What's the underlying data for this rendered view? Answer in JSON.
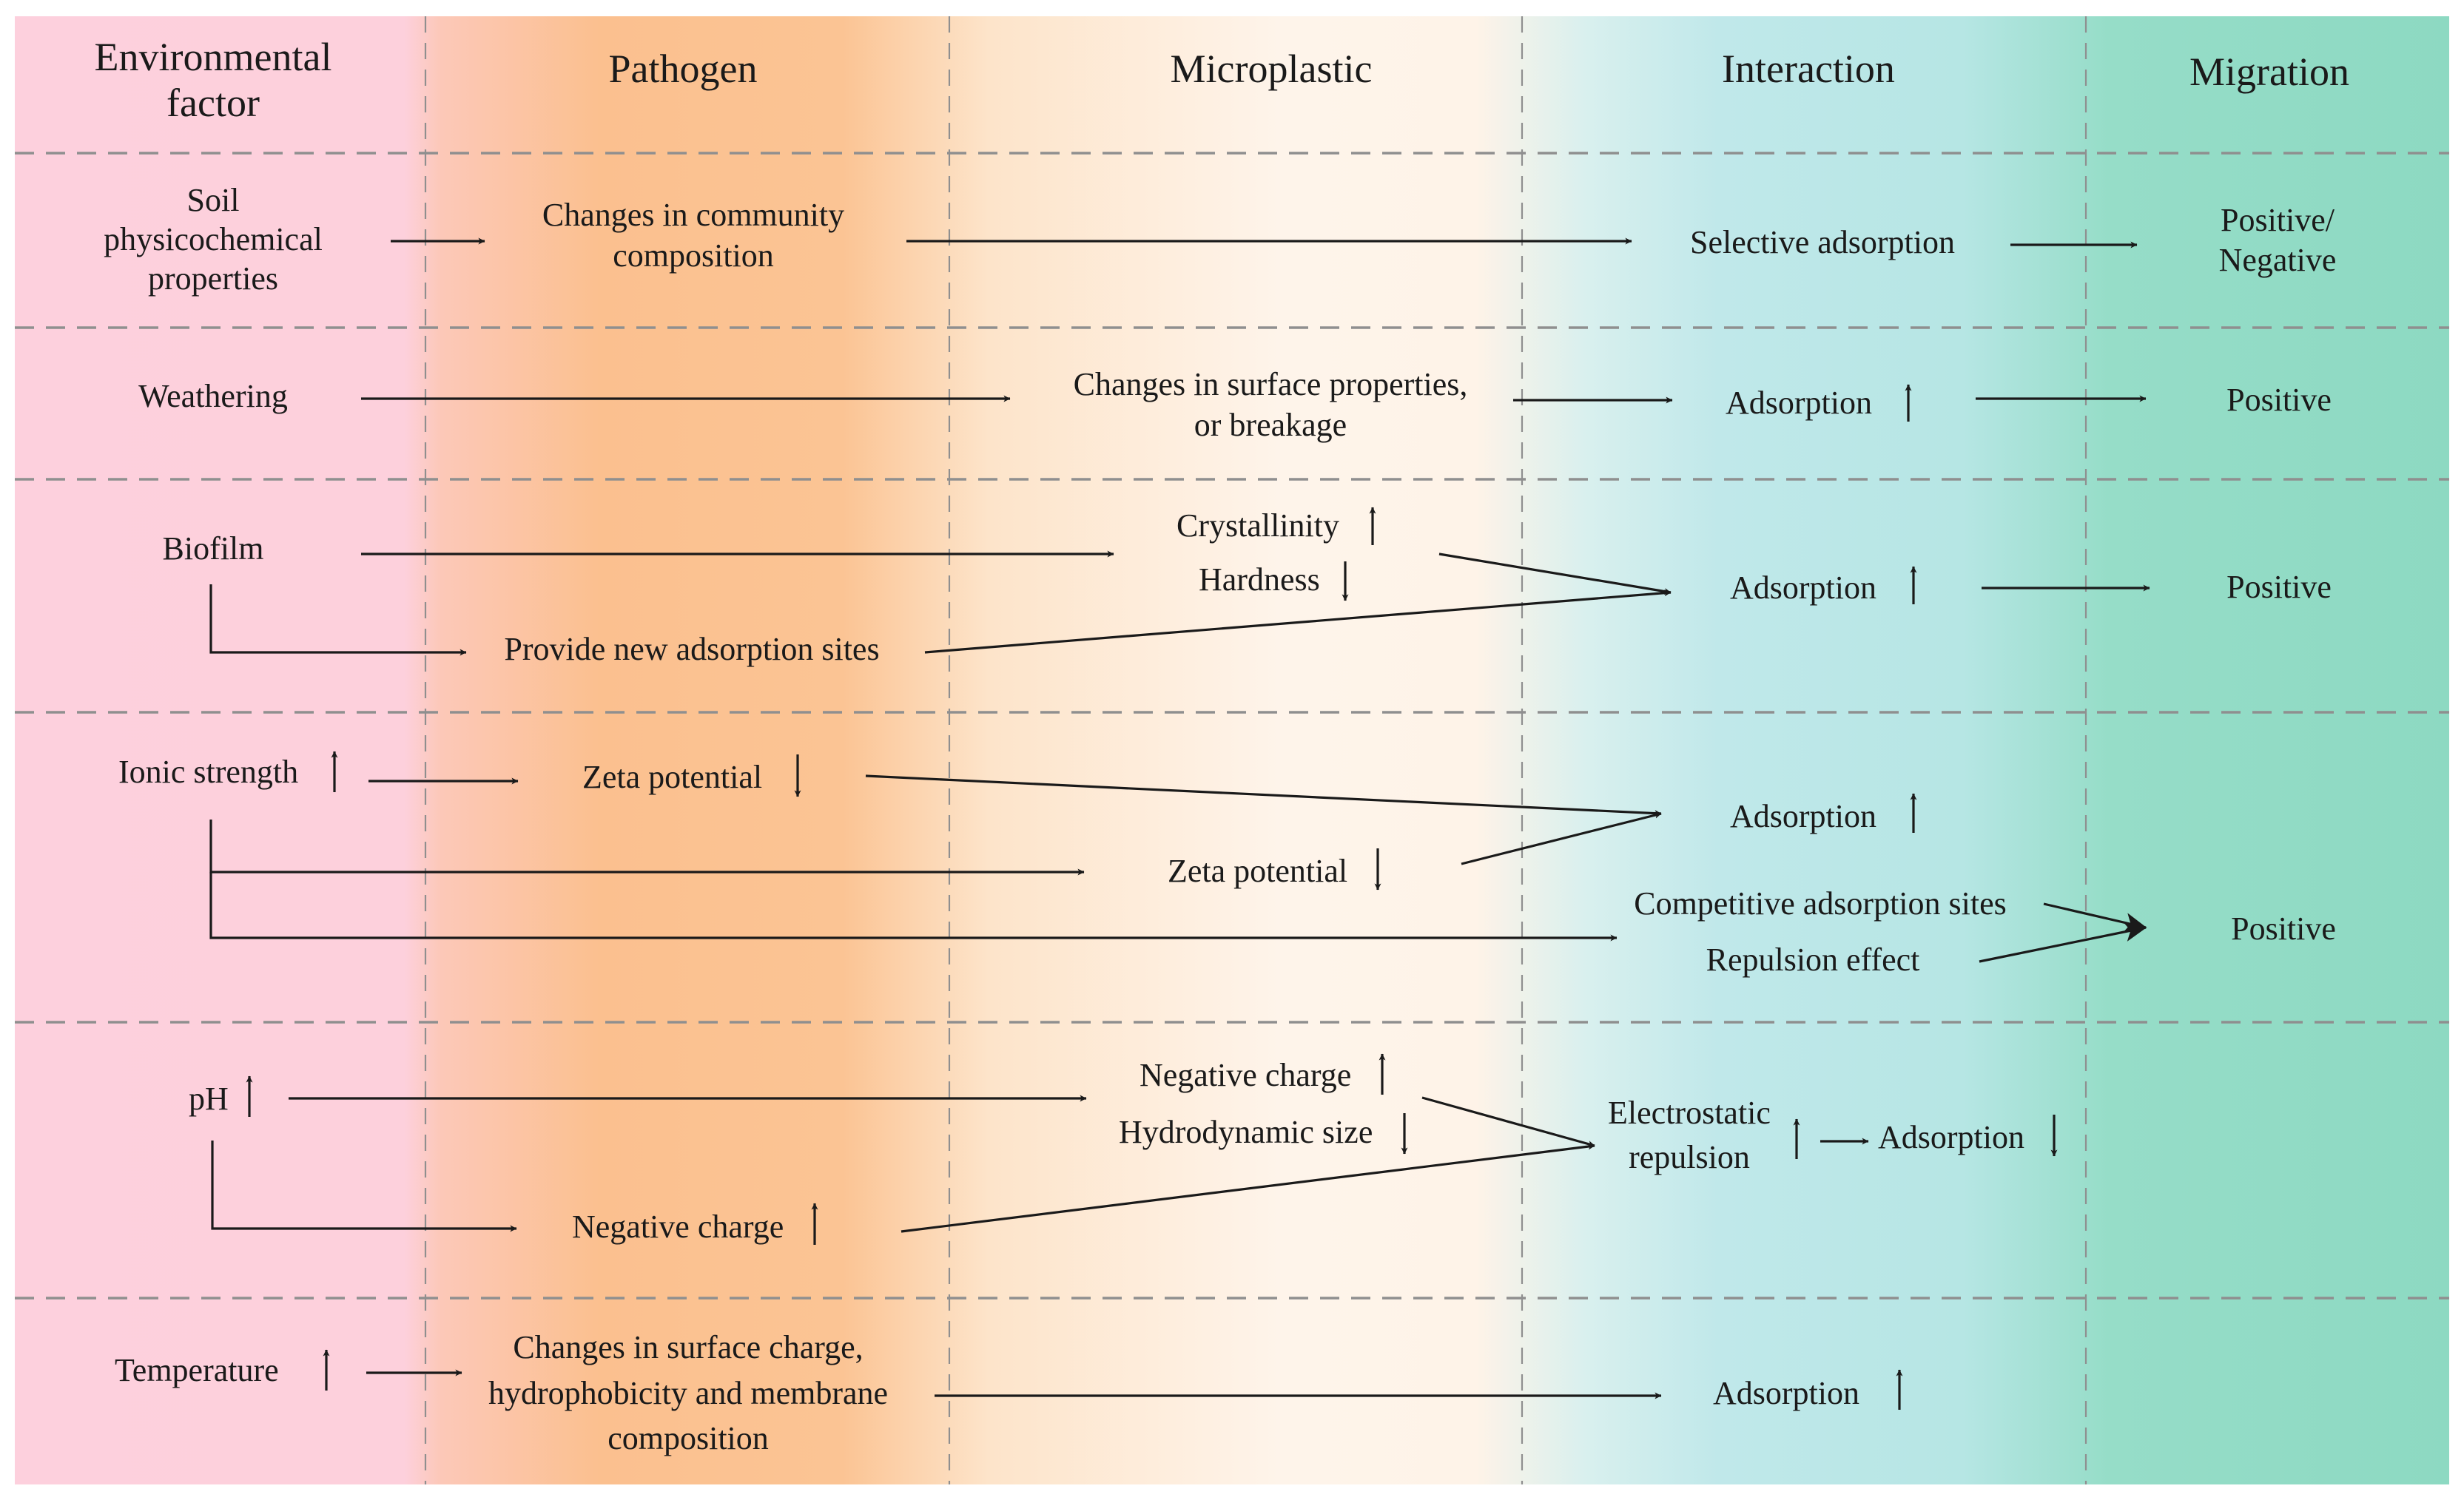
{
  "headers": {
    "environmental_factor_1": "Environmental",
    "environmental_factor_2": "factor",
    "pathogen": "Pathogen",
    "microplastic": "Microplastic",
    "interaction": "Interaction",
    "migration": "Migration"
  },
  "colors": {
    "environmental_band": "#fdd0dd",
    "pathogen_band": "#fbc694",
    "microplastic_band": "#fef4ea",
    "interaction_band": "#bfe8ea",
    "migration_band": "#8fdcc4",
    "line": "#1a1a1a",
    "divider": "#8f8f8f"
  },
  "icons": {
    "up": "arrow-up-icon",
    "down": "arrow-down-icon"
  },
  "rows": {
    "soil": {
      "factor_1": "Soil",
      "factor_2": "physicochemical",
      "factor_3": "properties",
      "pathogen_1": "Changes in community",
      "pathogen_2": "composition",
      "interaction": "Selective adsorption",
      "migration_1": "Positive/",
      "migration_2": "Negative"
    },
    "weathering": {
      "factor": "Weathering",
      "microplastic_1": "Changes in surface properties,",
      "microplastic_2": "or breakage",
      "interaction": "Adsorption",
      "migration": "Positive"
    },
    "biofilm": {
      "factor": "Biofilm",
      "microplastic_1": "Crystallinity",
      "microplastic_2": "Hardness",
      "pathogen": "Provide new adsorption sites",
      "interaction": "Adsorption",
      "migration": "Positive"
    },
    "ionic": {
      "factor": "Ionic strength",
      "pathogen": "Zeta potential",
      "interaction_1": "Adsorption",
      "microplastic": "Zeta potential",
      "interaction_2": "Competitive adsorption sites",
      "interaction_3": "Repulsion effect",
      "migration": "Positive"
    },
    "ph": {
      "factor": "pH",
      "microplastic_1": "Negative charge",
      "microplastic_2": "Hydrodynamic size",
      "pathogen": "Negative charge",
      "interaction_1": "Electrostatic",
      "interaction_2": "repulsion",
      "interaction_3": "Adsorption"
    },
    "temperature": {
      "factor": "Temperature",
      "pathogen_1": "Changes in surface charge,",
      "pathogen_2": "hydrophobicity and membrane",
      "pathogen_3": "composition",
      "interaction": "Adsorption"
    }
  }
}
